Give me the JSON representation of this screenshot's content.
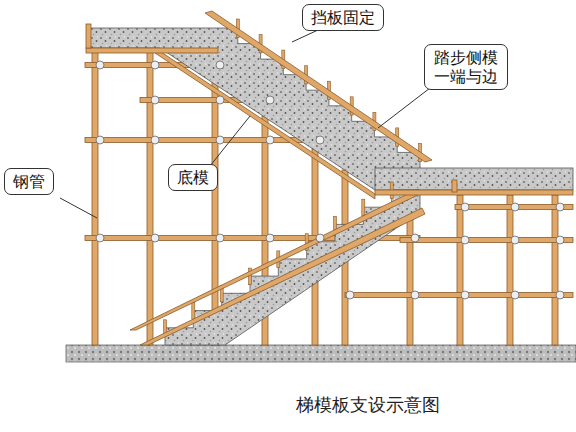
{
  "diagram": {
    "caption": "梯模板支设示意图",
    "nodes": [
      {
        "text": [
          "挡板固定"
        ]
      },
      {
        "text": [
          "踏步侧模 一端与边"
        ]
      },
      {
        "text": [
          "钢管"
        ]
      },
      {
        "text": [
          "底模"
        ]
      }
    ]
  }
}
